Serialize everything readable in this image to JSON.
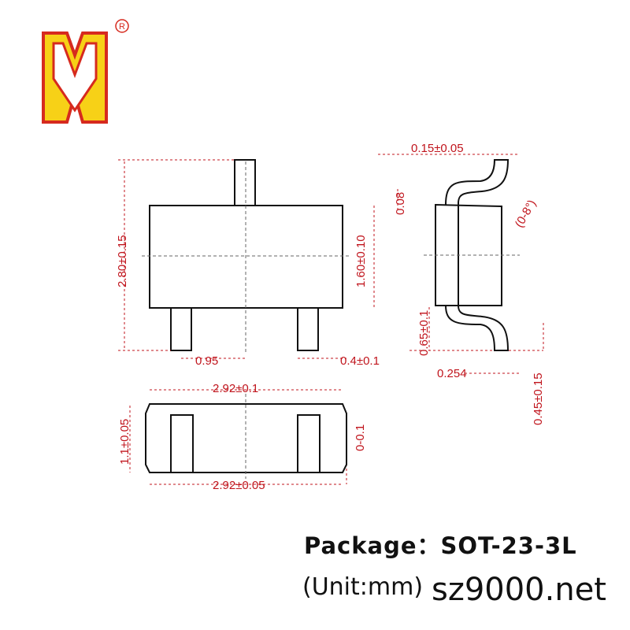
{
  "logo": {
    "name": "MK-logo",
    "registered": "®",
    "fill": "#f7d117",
    "stroke": "#d62a1e"
  },
  "dimensions": {
    "height_total": "2.80±0.15",
    "body_height": "1.60±0.10",
    "pitch": "0.95",
    "lead_width": "0.4±0.1",
    "lead_thickness": "0.15±0.05",
    "standoff": "0.08",
    "angle": "(0-8°)",
    "lead_length": "0.65±0.1",
    "gauge": "0.254",
    "foot": "0.45±0.15",
    "length_top": "2.92±0.1",
    "body_thickness": "1.1±0.05",
    "standoff_bottom": "0-0.1",
    "length_bottom": "2.92±0.05"
  },
  "caption": {
    "package": "Package：SOT-23-3L",
    "unit": "(Unit:mm)",
    "watermark": "sz9000.net"
  },
  "colors": {
    "dimension": "#c0141c",
    "outline": "#111111"
  }
}
